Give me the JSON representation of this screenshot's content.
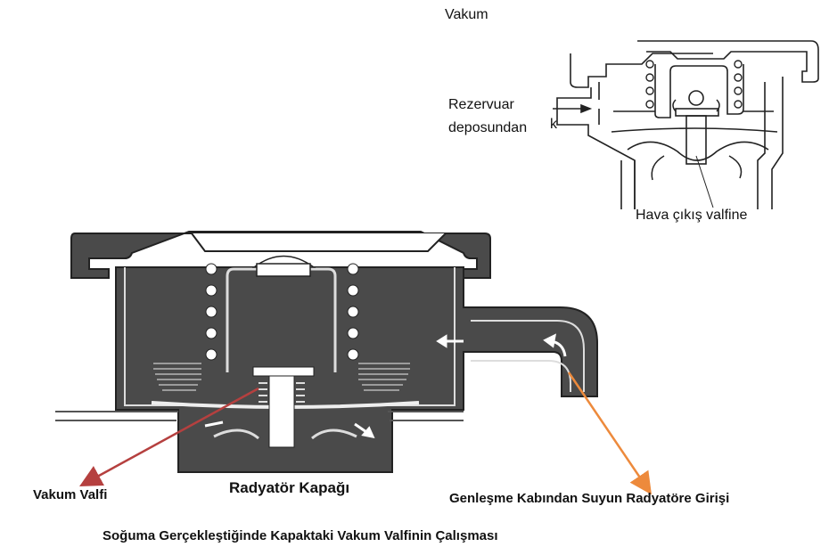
{
  "top_diagram": {
    "title": "Vakum",
    "inlet_label_line1": "Rezervuar",
    "inlet_label_line2": "deposundan",
    "stray_mark": "k",
    "outlet_label": "Hava çıkış valfine"
  },
  "main_diagram": {
    "vacuum_valve_label": "Vakum Valfi",
    "cap_label": "Radyatör Kapağı",
    "inflow_label": "Genleşme Kabından Suyun Radyatöre Girişi"
  },
  "caption": "Soğuma Gerçekleştiğinde Kapaktaki Vakum Valfinin Çalışması",
  "colors": {
    "metal_fill": "#4a4a4a",
    "outline": "#222222",
    "vacuum_arrow": "#b5403f",
    "inflow_arrow": "#ed8a3c"
  }
}
